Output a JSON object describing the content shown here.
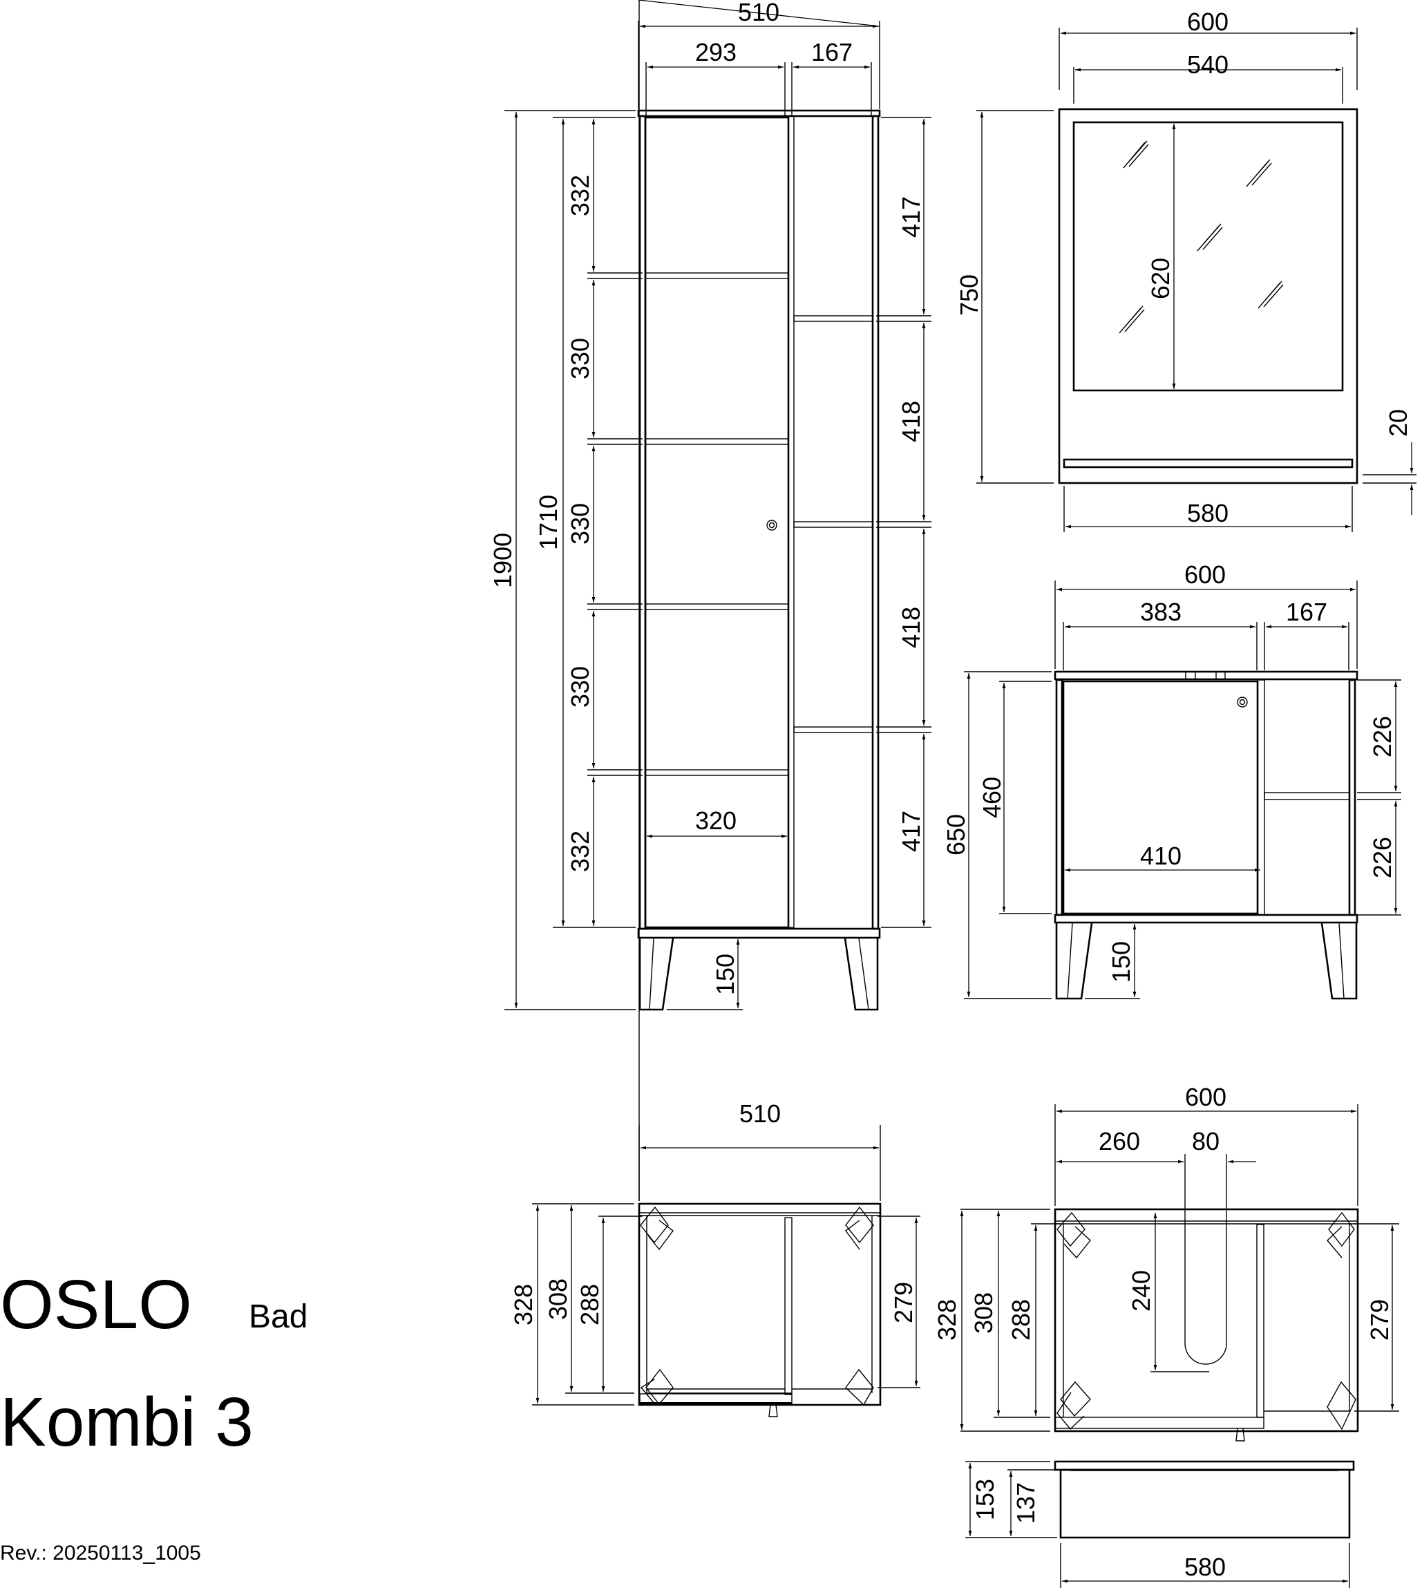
{
  "title_block": {
    "product": "OSLO",
    "category": "Bad",
    "set_name": "Kombi 3",
    "revision": "Rev.: 20250113_1005"
  },
  "views": {
    "tall_cabinet_front": {
      "overall_width": "510",
      "left_width": "293",
      "right_width": "167",
      "total_height": "1900",
      "body_height": "1710",
      "left_compartments": [
        "332",
        "330",
        "330",
        "330",
        "332"
      ],
      "right_compartments": [
        "417",
        "418",
        "418",
        "417"
      ],
      "inner_width": "320",
      "leg_height": "150"
    },
    "mirror_front": {
      "overall_width": "600",
      "glass_width": "540",
      "glass_height": "620",
      "total_height": "750",
      "shelf_width": "580",
      "shelf_thickness": "20"
    },
    "vanity_front": {
      "overall_width": "600",
      "door_width": "383",
      "shelf_width": "167",
      "total_height": "650",
      "body_height": "460",
      "inner_width": "410",
      "right_compartments": [
        "226",
        "226"
      ],
      "leg_height": "150"
    },
    "tall_cabinet_top": {
      "width": "510",
      "depths": [
        "328",
        "308",
        "288"
      ],
      "right_depth": "279"
    },
    "vanity_top": {
      "width": "600",
      "cutout_offset": "260",
      "cutout_width": "80",
      "cutout_depth": "240",
      "depths": [
        "328",
        "308",
        "288"
      ],
      "right_depth": "279"
    },
    "shelf_side": {
      "width": "580",
      "total_height": "153",
      "body_height": "137"
    }
  }
}
